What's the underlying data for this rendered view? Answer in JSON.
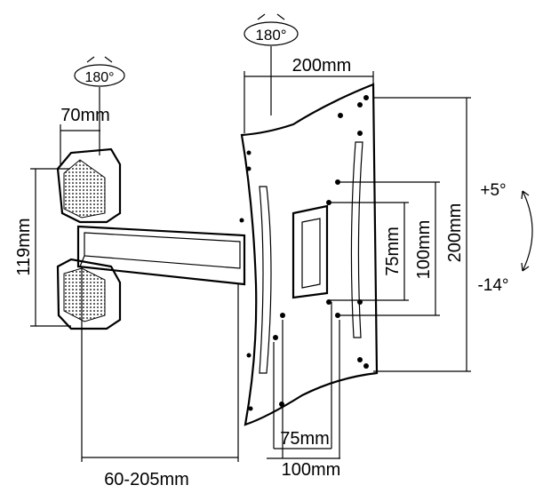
{
  "title": "TV wall mount dimension diagram",
  "labels": {
    "rotation_top": "180°",
    "rotation_left": "180°",
    "width_top": "200mm",
    "wall_plate_width": "70mm",
    "wall_plate_height": "119mm",
    "vesa_height_max": "200mm",
    "vesa_height_mid": "100mm",
    "vesa_height_min": "75mm",
    "tilt_up": "+5°",
    "tilt_down": "-14°",
    "arm_extension": "60-205mm",
    "vesa_width_min": "75mm",
    "vesa_width_mid": "100mm"
  }
}
